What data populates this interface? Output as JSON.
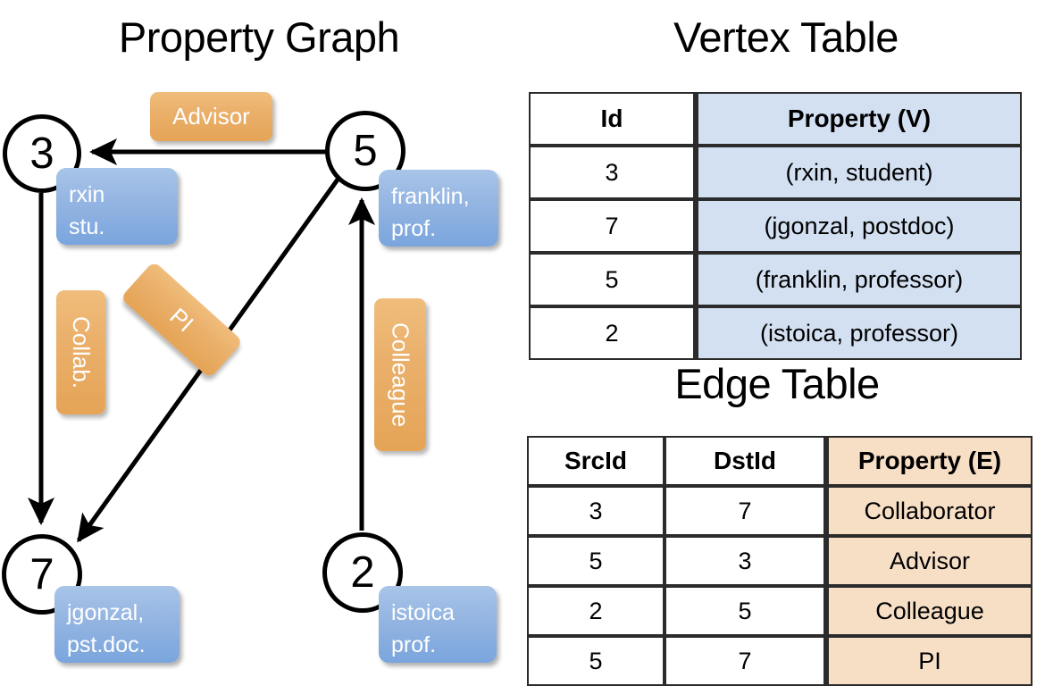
{
  "titles": {
    "property_graph": "Property Graph",
    "vertex_table": "Vertex Table",
    "edge_table": "Edge Table"
  },
  "graph": {
    "nodes": [
      {
        "id": "3",
        "property_lines": [
          "rxin",
          "stu."
        ]
      },
      {
        "id": "5",
        "property_lines": [
          "franklin,",
          "prof."
        ]
      },
      {
        "id": "7",
        "property_lines": [
          "jgonzal,",
          "pst.doc."
        ]
      },
      {
        "id": "2",
        "property_lines": [
          "istoica",
          "prof."
        ]
      }
    ],
    "node_labels": {
      "n3": "3",
      "n5": "5",
      "n7": "7",
      "n2": "2"
    },
    "property_boxes": {
      "rxin_line1": "rxin",
      "rxin_line2": "stu.",
      "franklin_line1": "franklin,",
      "franklin_line2": "prof.",
      "jgonzal_line1": "jgonzal,",
      "jgonzal_line2": "pst.doc.",
      "istoica_line1": "istoica",
      "istoica_line2": "prof."
    },
    "edge_labels": {
      "advisor": "Advisor",
      "collab": "Collab.",
      "pi": "PI",
      "colleague": "Colleague"
    }
  },
  "vertex_table": {
    "headers": [
      "Id",
      "Property (V)"
    ],
    "rows": [
      {
        "id": "3",
        "property": "(rxin, student)"
      },
      {
        "id": "7",
        "property": "(jgonzal, postdoc)"
      },
      {
        "id": "5",
        "property": "(franklin, professor)"
      },
      {
        "id": "2",
        "property": "(istoica, professor)"
      }
    ]
  },
  "edge_table": {
    "headers": [
      "SrcId",
      "DstId",
      "Property (E)"
    ],
    "rows": [
      {
        "src": "3",
        "dst": "7",
        "property": "Collaborator"
      },
      {
        "src": "5",
        "dst": "3",
        "property": "Advisor"
      },
      {
        "src": "2",
        "dst": "5",
        "property": "Colleague"
      },
      {
        "src": "5",
        "dst": "7",
        "property": "PI"
      }
    ]
  },
  "colors": {
    "vertex_property_fill": "#d3e0f2",
    "edge_property_fill": "#f7dfc6",
    "node_property_box": "#7aa5dd",
    "edge_label_box": "#e5a456",
    "background": "#ffffff",
    "stroke": "#000000"
  }
}
